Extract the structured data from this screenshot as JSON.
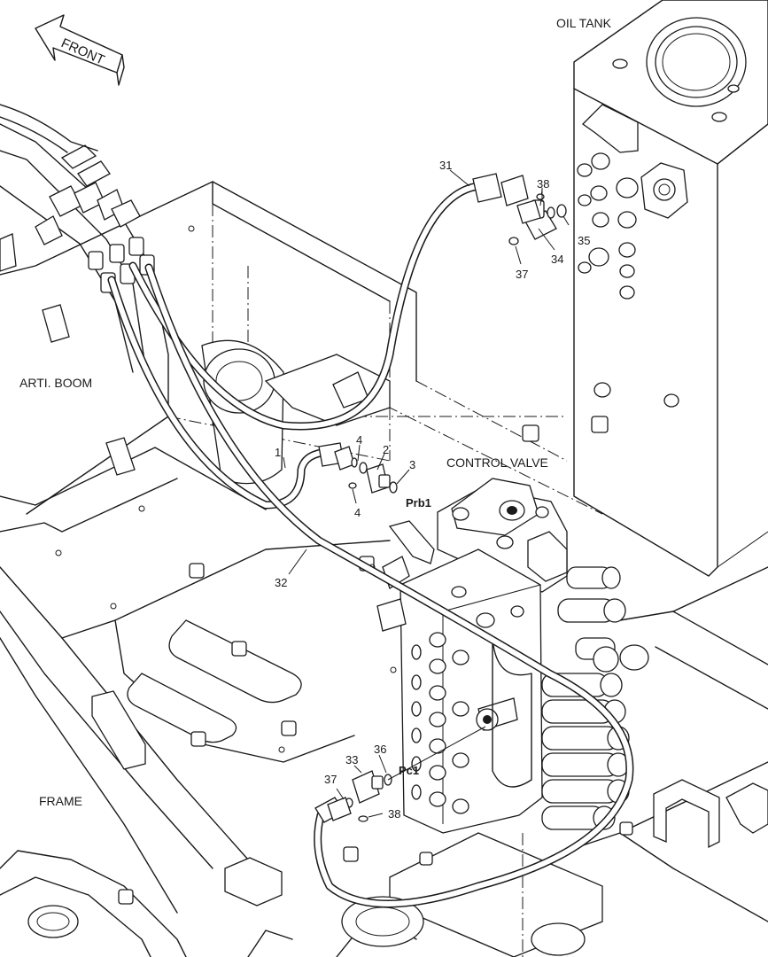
{
  "labels": {
    "front": "FRONT",
    "oil_tank": "OIL TANK",
    "arti_boom": "ARTI. BOOM",
    "control_valve": "CONTROL VALVE",
    "frame": "FRAME"
  },
  "ports": {
    "prb1": "Prb1",
    "pc1": "Pc1"
  },
  "callouts": {
    "c31": "31",
    "c38_top": "38",
    "c35": "35",
    "c34": "34",
    "c37_top": "37",
    "c4_top": "4",
    "c2": "2",
    "c3": "3",
    "c1": "1",
    "c4_bottom": "4",
    "c32": "32",
    "c33": "33",
    "c36": "36",
    "c37_bottom": "37",
    "c38_bottom": "38"
  }
}
